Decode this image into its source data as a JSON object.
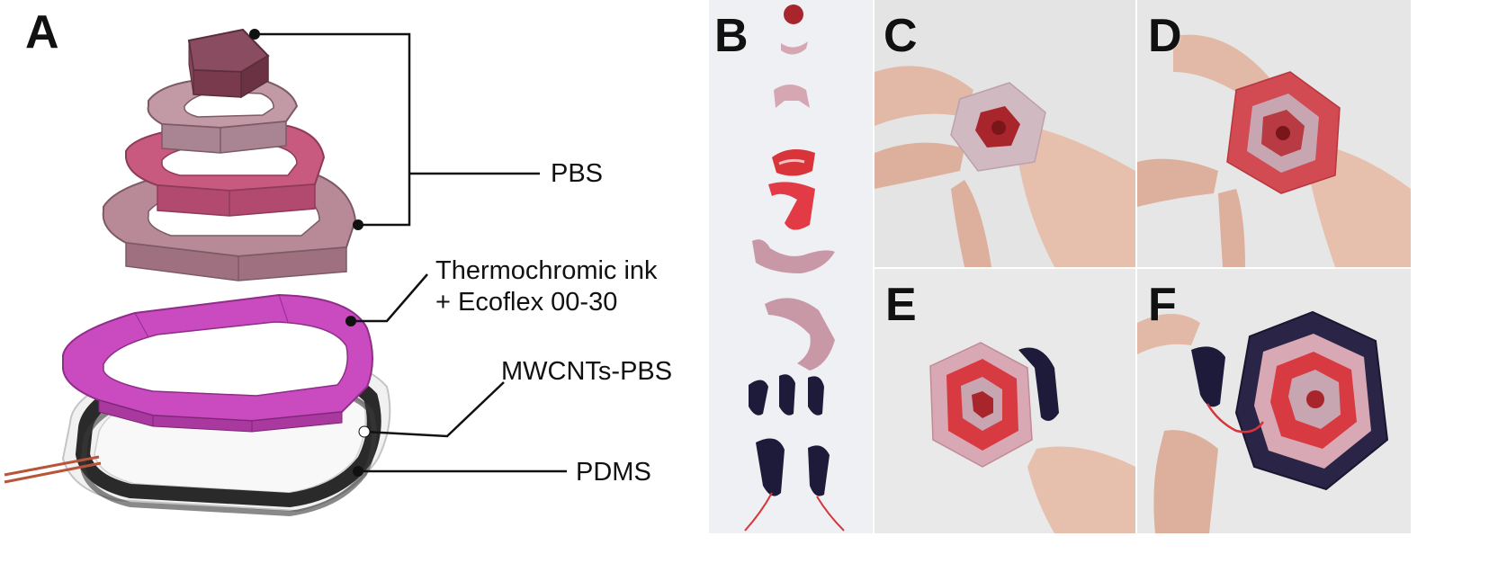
{
  "panels": {
    "a": "A",
    "b": "B",
    "c": "C",
    "d": "D",
    "e": "E",
    "f": "F"
  },
  "labels": {
    "pbs": "PBS",
    "thermo_line1": "Thermochromic ink",
    "thermo_line2": "+ Ecoflex 00-30",
    "mwcnts": "MWCNTs-PBS",
    "pdms": "PDMS"
  },
  "colors": {
    "pbs_top": "#7a3a4e",
    "pbs_light": "#b88a98",
    "pbs_pink": "#c85a80",
    "thermochromic": "#c94bbf",
    "mwcnts": "#2a2a2a",
    "pdms": "#d9d9d9",
    "wire": "#b8543a",
    "skin": "#e2b9a6",
    "red": "#d8343a",
    "dark_blue": "#1e1b3a"
  }
}
